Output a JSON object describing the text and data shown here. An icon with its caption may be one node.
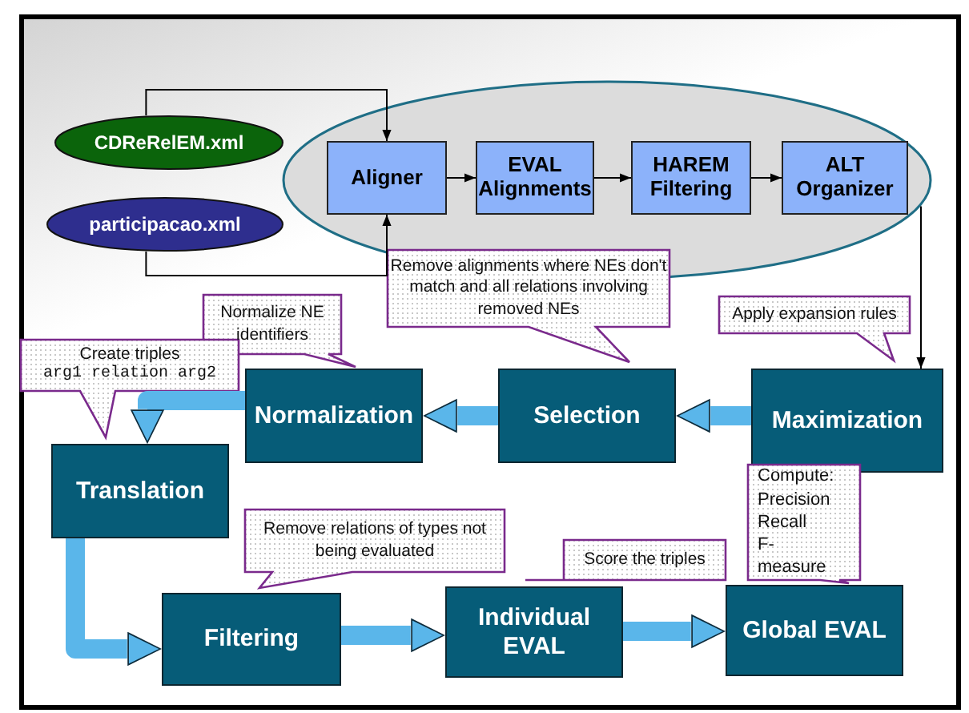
{
  "diagram": {
    "nodes": [
      {
        "text": [],
        "shape": "ellipse"
      },
      {
        "text": [
          "CDReRelEM.xml"
        ]
      },
      {
        "text": [
          "participacao.xml"
        ]
      },
      {
        "text": [
          "Aligner"
        ],
        "in": 0
      },
      {
        "text": [
          "EVAL Alignments"
        ],
        "in": 0
      },
      {
        "text": [
          "HAREM Filtering"
        ],
        "in": 0
      },
      {
        "text": [
          "ALT Organizer"
        ],
        "in": 0
      },
      {
        "text": [
          "Remove alignments where NEs don't match and all relations involving removed NEs"
        ]
      },
      {
        "text": [
          "Normalize NE identifiers"
        ]
      },
      {
        "text": [
          "Apply expansion rules"
        ]
      },
      {
        "text": [
          "Create triples",
          "arg1 relation arg2"
        ]
      },
      {
        "text": [
          "Normalization"
        ]
      },
      {
        "text": [
          "Selection"
        ]
      },
      {
        "text": [
          "Maximization"
        ]
      },
      {
        "text": [
          "Compute: Precision Recall F-measure"
        ]
      },
      {
        "text": [
          "Translation"
        ]
      },
      {
        "text": [
          "Remove relations of types not being evaluated"
        ]
      },
      {
        "text": [
          "Score the triples"
        ]
      },
      {
        "text": [
          "Filtering"
        ]
      },
      {
        "text": [
          "Individual EVAL"
        ]
      },
      {
        "text": [
          "Global EVAL"
        ]
      }
    ],
    "edges": [
      {
        "from": 1,
        "to": 3,
        "arrow": "to"
      },
      {
        "from": 2,
        "to": 3,
        "arrow": "to"
      },
      {
        "from": 3,
        "to": 4,
        "arrow": "to"
      },
      {
        "from": 4,
        "to": 5,
        "arrow": "to"
      },
      {
        "from": 5,
        "to": 6,
        "arrow": "to"
      },
      {
        "from": 0,
        "to": 13,
        "arrow": "to"
      },
      {
        "from": 13,
        "to": 12,
        "arrow": "to",
        "style": "thick",
        "color": "#5ab6ea"
      },
      {
        "from": 12,
        "to": 11,
        "arrow": "to",
        "style": "thick",
        "color": "#5ab6ea"
      },
      {
        "from": 11,
        "to": 15,
        "arrow": "to",
        "style": "thick",
        "color": "#5ab6ea"
      },
      {
        "from": 15,
        "to": 18,
        "arrow": "to",
        "style": "thick",
        "color": "#5ab6ea"
      },
      {
        "from": 18,
        "to": 19,
        "arrow": "to",
        "style": "thick",
        "color": "#5ab6ea"
      },
      {
        "from": 19,
        "to": 20,
        "arrow": "to",
        "style": "thick",
        "color": "#5ab6ea"
      }
    ]
  }
}
